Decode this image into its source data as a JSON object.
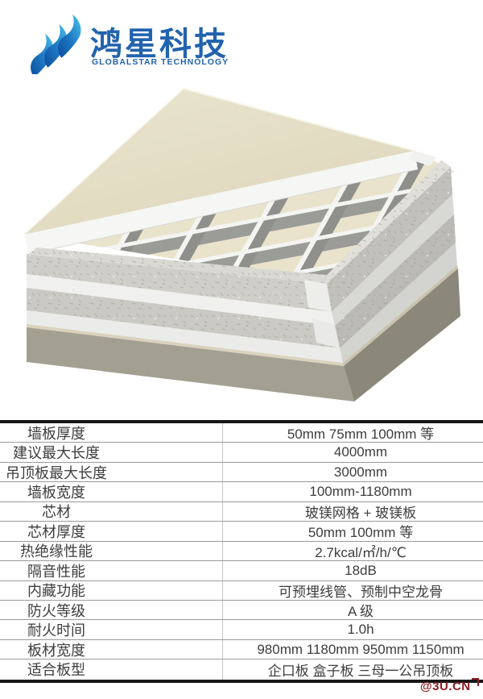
{
  "logo": {
    "name_zh": "鸿星科技",
    "name_en": "GLOBALSTAR TECHNOLOGY",
    "brand_color": "#2263ae",
    "icon": "three-wave-ribbons"
  },
  "illustration": {
    "subject": "sandwich-panel-cutaway-3d-render",
    "colors": {
      "top_skin_beige": "#e5dfc6",
      "cut_edge_white": "#f6f6f4",
      "core_cell_beige": "#e9e3cb",
      "rib_wall_gray": "#9b9b97",
      "stucco_bar_gray": "#cfcec8",
      "base_olive": "#a3a092"
    }
  },
  "table": {
    "rows": [
      {
        "label": "墙板厚度",
        "value": "50mm  75mm  100mm 等"
      },
      {
        "label": "建议最大长度",
        "value": "4000mm"
      },
      {
        "label": "吊顶板最大长度",
        "value": "3000mm"
      },
      {
        "label": "墙板宽度",
        "value": "100mm-1180mm"
      },
      {
        "label": "芯材",
        "value": "玻镁网格 + 玻镁板"
      },
      {
        "label": "芯材厚度",
        "value": "50mm 100mm 等"
      },
      {
        "label": "热绝缘性能",
        "value": "2.7kcal/㎡/h/℃"
      },
      {
        "label": "隔音性能",
        "value": "18dB"
      },
      {
        "label": "内藏功能",
        "value": "可预埋线管、预制中空龙骨"
      },
      {
        "label": "防火等级",
        "value": "A 级"
      },
      {
        "label": "耐火时间",
        "value": "1.0h"
      },
      {
        "label": "板材宽度",
        "value": "980mm 1180mm 950mm 1150mm"
      },
      {
        "label": "适合板型",
        "value": "企口板 盒子板 三母一公吊顶板"
      }
    ],
    "border_color": "#161616"
  },
  "watermark": {
    "text": "@3U.CN",
    "color": "#8b1d20"
  }
}
